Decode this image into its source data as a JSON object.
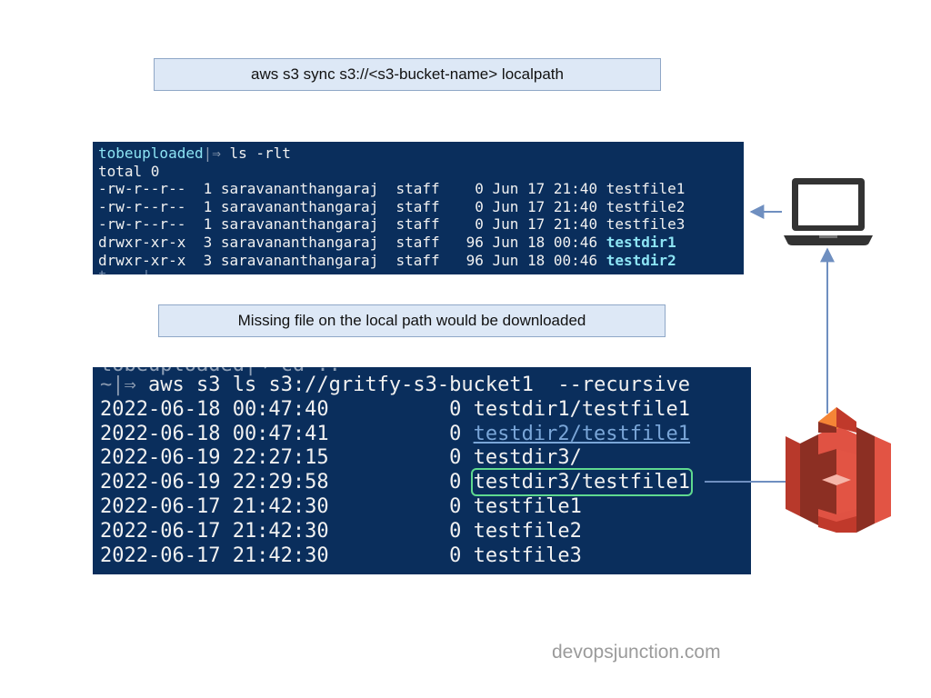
{
  "top_caption": "aws s3 sync s3://<s3-bucket-name> localpath",
  "middle_caption": "Missing file on the local path would be downloaded",
  "local_terminal": {
    "prompt_dir": "tobeuploaded",
    "prompt_symbol": "|⇒",
    "command": "ls -rlt",
    "total": "total 0",
    "rows": [
      {
        "perms": "-rw-r--r--",
        "links": "1",
        "owner": "saravananthangaraj",
        "group": "staff",
        "size": "0",
        "month": "Jun",
        "day": "17",
        "time": "21:40",
        "name": "testfile1",
        "dir": false
      },
      {
        "perms": "-rw-r--r--",
        "links": "1",
        "owner": "saravananthangaraj",
        "group": "staff",
        "size": "0",
        "month": "Jun",
        "day": "17",
        "time": "21:40",
        "name": "testfile2",
        "dir": false
      },
      {
        "perms": "-rw-r--r--",
        "links": "1",
        "owner": "saravananthangaraj",
        "group": "staff",
        "size": "0",
        "month": "Jun",
        "day": "17",
        "time": "21:40",
        "name": "testfile3",
        "dir": false
      },
      {
        "perms": "drwxr-xr-x",
        "links": "3",
        "owner": "saravananthangaraj",
        "group": "staff",
        "size": "96",
        "month": "Jun",
        "day": "18",
        "time": "00:46",
        "name": "testdir1",
        "dir": true
      },
      {
        "perms": "drwxr-xr-x",
        "links": "3",
        "owner": "saravananthangaraj",
        "group": "staff",
        "size": "96",
        "month": "Jun",
        "day": "18",
        "time": "00:46",
        "name": "testdir2",
        "dir": true
      }
    ]
  },
  "s3_terminal": {
    "prompt_symbol": "~|⇒",
    "command": "aws s3 ls s3://gritfy-s3-bucket1  --recursive",
    "rows": [
      {
        "date": "2022-06-18",
        "time": "00:47:40",
        "size": "0",
        "key": "testdir1/testfile1",
        "style": "plain"
      },
      {
        "date": "2022-06-18",
        "time": "00:47:41",
        "size": "0",
        "key": "testdir2/testfile1",
        "style": "link"
      },
      {
        "date": "2022-06-19",
        "time": "22:27:15",
        "size": "0",
        "key": "testdir3/",
        "style": "plain"
      },
      {
        "date": "2022-06-19",
        "time": "22:29:58",
        "size": "0",
        "key": "testdir3/testfile1",
        "style": "highlight"
      },
      {
        "date": "2022-06-17",
        "time": "21:42:30",
        "size": "0",
        "key": "testfile1",
        "style": "plain"
      },
      {
        "date": "2022-06-17",
        "time": "21:42:30",
        "size": "0",
        "key": "testfile2",
        "style": "plain"
      },
      {
        "date": "2022-06-17",
        "time": "21:42:30",
        "size": "0",
        "key": "testfile3",
        "style": "plain"
      }
    ]
  },
  "icons": {
    "laptop": "laptop-icon",
    "s3": "aws-s3-bucket-icon"
  },
  "colors": {
    "terminal_bg": "#0a2e5c",
    "caption_bg": "#dde8f6",
    "arrow": "#6f8fc0",
    "s3_red": "#d84b3a",
    "highlight": "#5fd98f"
  },
  "watermark": "devopsjunction.com"
}
